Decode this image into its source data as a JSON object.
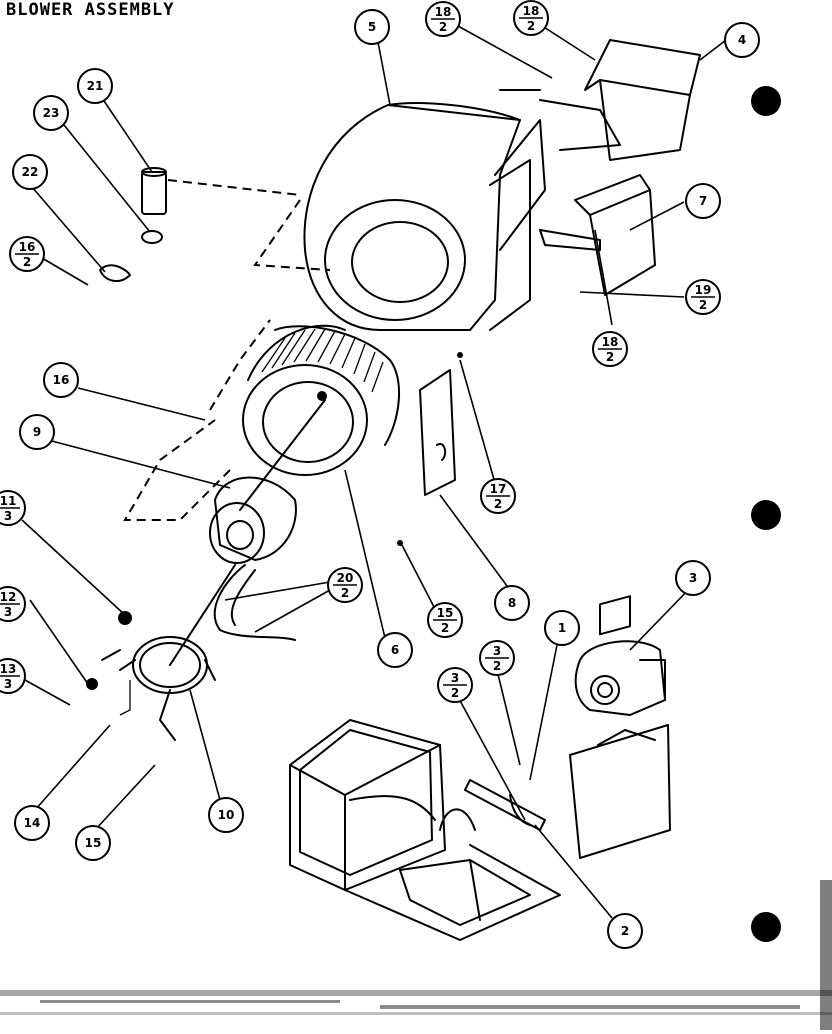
{
  "title": "BLOWER ASSEMBLY",
  "callouts": [
    {
      "id": "c5",
      "num": "5",
      "sub": ""
    },
    {
      "id": "c18a",
      "num": "18",
      "sub": "2"
    },
    {
      "id": "c18b",
      "num": "18",
      "sub": "2"
    },
    {
      "id": "c4",
      "num": "4",
      "sub": ""
    },
    {
      "id": "c21",
      "num": "21",
      "sub": ""
    },
    {
      "id": "c23",
      "num": "23",
      "sub": ""
    },
    {
      "id": "c22",
      "num": "22",
      "sub": ""
    },
    {
      "id": "c16a",
      "num": "16",
      "sub": "2"
    },
    {
      "id": "c7",
      "num": "7",
      "sub": ""
    },
    {
      "id": "c19",
      "num": "19",
      "sub": "2"
    },
    {
      "id": "c18c",
      "num": "18",
      "sub": "2"
    },
    {
      "id": "c16b",
      "num": "16",
      "sub": ""
    },
    {
      "id": "c9",
      "num": "9",
      "sub": ""
    },
    {
      "id": "c17",
      "num": "17",
      "sub": "2"
    },
    {
      "id": "c11",
      "num": "11",
      "sub": "3"
    },
    {
      "id": "c20",
      "num": "20",
      "sub": "2"
    },
    {
      "id": "c8",
      "num": "8",
      "sub": ""
    },
    {
      "id": "c6",
      "num": "6",
      "sub": ""
    },
    {
      "id": "c12",
      "num": "12",
      "sub": "3"
    },
    {
      "id": "c15",
      "num": "15",
      "sub": "2"
    },
    {
      "id": "c3a",
      "num": "3",
      "sub": ""
    },
    {
      "id": "c1",
      "num": "1",
      "sub": ""
    },
    {
      "id": "c13",
      "num": "13",
      "sub": "3"
    },
    {
      "id": "c3b",
      "num": "3",
      "sub": "2"
    },
    {
      "id": "c3c",
      "num": "3",
      "sub": "2"
    },
    {
      "id": "c14",
      "num": "14",
      "sub": ""
    },
    {
      "id": "c10",
      "num": "10",
      "sub": ""
    },
    {
      "id": "c15b",
      "num": "15",
      "sub": ""
    },
    {
      "id": "c2",
      "num": "2",
      "sub": ""
    }
  ],
  "colors": {
    "ink": "#000000",
    "paper": "#ffffff"
  }
}
